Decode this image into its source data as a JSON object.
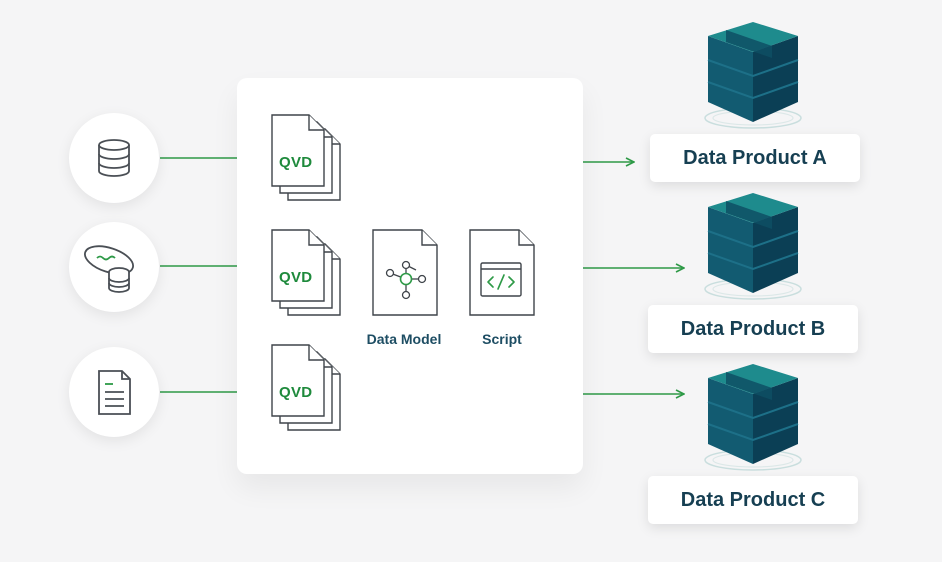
{
  "sources": [
    {
      "icon": "database-icon"
    },
    {
      "icon": "cloud-database-icon"
    },
    {
      "icon": "document-icon"
    }
  ],
  "qvd_files": [
    {
      "label": "QVD"
    },
    {
      "label": "QVD"
    },
    {
      "label": "QVD"
    }
  ],
  "data_model": {
    "label": "Data Model",
    "icon": "network-graph-icon"
  },
  "script": {
    "label": "Script",
    "icon": "code-icon"
  },
  "products": [
    {
      "label": "Data Product A",
      "icon": "cube-icon"
    },
    {
      "label": "Data Product B",
      "icon": "cube-icon"
    },
    {
      "label": "Data Product C",
      "icon": "cube-icon"
    }
  ],
  "colors": {
    "arrow": "#2e9a47",
    "qvd_text": "#1e8a3c",
    "label_text": "#1d4d63",
    "product_text": "#163f52",
    "cube_dark": "#0f4c63",
    "cube_top": "#1d8a8c"
  }
}
